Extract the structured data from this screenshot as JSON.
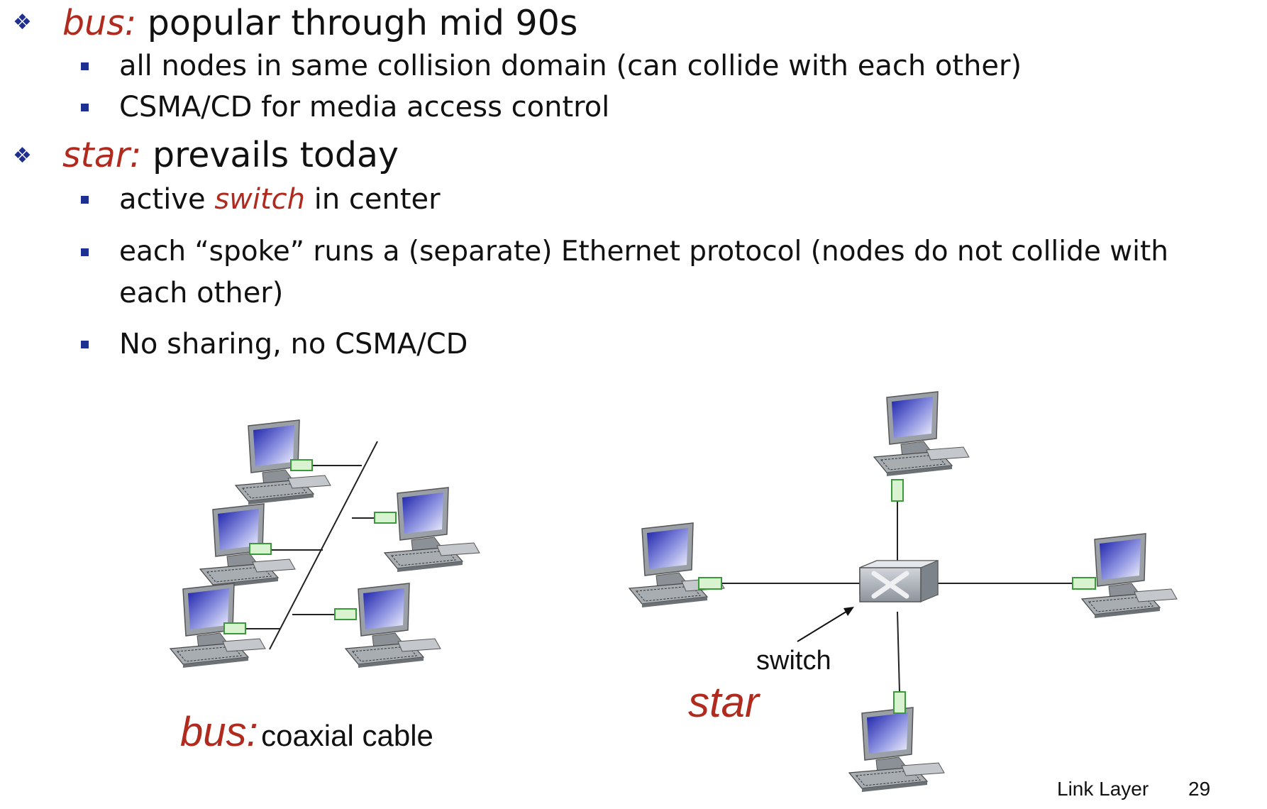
{
  "bullets": {
    "bus": {
      "label": "bus:",
      "text": "popular through mid 90s",
      "subs": [
        "all nodes in same collision domain (can collide with each other)",
        "CSMA/CD for media access control"
      ]
    },
    "star": {
      "label": "star:",
      "text": "prevails today",
      "sub1_pre": "active",
      "sub1_em": "switch",
      "sub1_post": "in center",
      "sub2_line1": "each “spoke” runs a (separate) Ethernet protocol (nodes do not collide with",
      "sub2_line2": "each other)",
      "sub3": "No sharing, no CSMA/CD"
    }
  },
  "diagram": {
    "bus_label": "bus:",
    "bus_caption": "coaxial cable",
    "switch_label": "switch",
    "star_label": "star"
  },
  "footer": {
    "title": "Link Layer",
    "page": "29"
  },
  "colors": {
    "accent_red": "#b12a1e",
    "bullet_blue": "#1d2f91",
    "adapter_green": "#3a9a3a"
  }
}
